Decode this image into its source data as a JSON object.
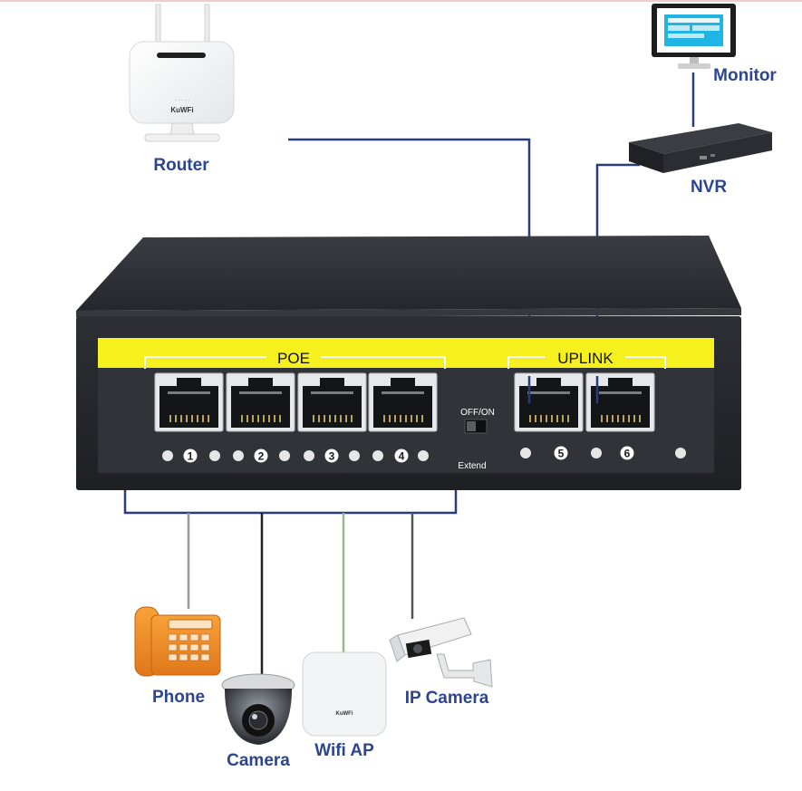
{
  "devices": {
    "router": {
      "label": "Router",
      "brand": "KuWFi"
    },
    "monitor": {
      "label": "Monitor"
    },
    "nvr": {
      "label": "NVR"
    },
    "phone": {
      "label": "Phone"
    },
    "camera": {
      "label": "Camera"
    },
    "wifi_ap": {
      "label": "Wifi AP",
      "brand": "KuWFi"
    },
    "ip_camera": {
      "label": "IP Camera"
    }
  },
  "switch": {
    "poe_label": "POE",
    "uplink_label": "UPLINK",
    "toggle_label": "OFF/ON",
    "extend_label": "Extend",
    "port_numbers": [
      "1",
      "2",
      "3",
      "4",
      "5",
      "6"
    ]
  },
  "colors": {
    "label_blue": "#2c4593",
    "cable_navy": "#283c7e",
    "cable_black": "#222222",
    "cable_grey": "#9a9a9a",
    "cable_green": "#9ab58a",
    "switch_body": "#2b2e33",
    "stripe_yellow": "#f5f01e",
    "phone_orange": "#f08a1e"
  }
}
